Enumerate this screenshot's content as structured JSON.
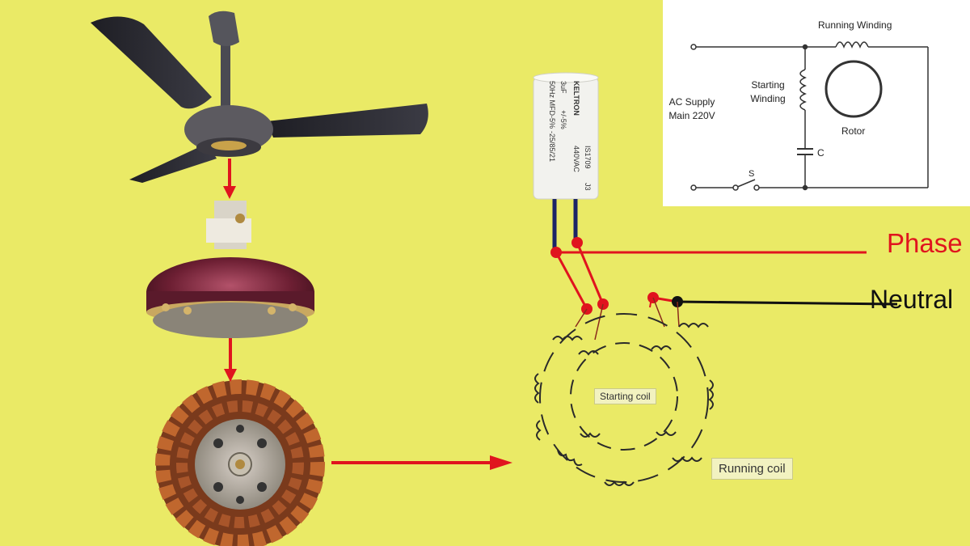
{
  "labels": {
    "phase": "Phase",
    "neutral": "Neutral",
    "starting_coil": "Starting coil",
    "running_coil": "Running coil"
  },
  "schematic": {
    "running_winding": "Running Winding",
    "starting_winding": "Starting Winding",
    "ac_supply": "AC Supply Main 220V",
    "rotor": "Rotor",
    "capacitor": "C",
    "switch": "S"
  },
  "capacitor": {
    "brand": "KELTRON",
    "model": "IS1709",
    "capacitance": "3uF",
    "tolerance": "+/-5%",
    "voltage": "440VAC",
    "frequency": "50Hz MFD-5%",
    "rating": "-25/85/21",
    "code": "J3"
  },
  "colors": {
    "background": "#eaea66",
    "phase": "#e0141e",
    "neutral": "#111111",
    "copper": "#b35a2a"
  }
}
